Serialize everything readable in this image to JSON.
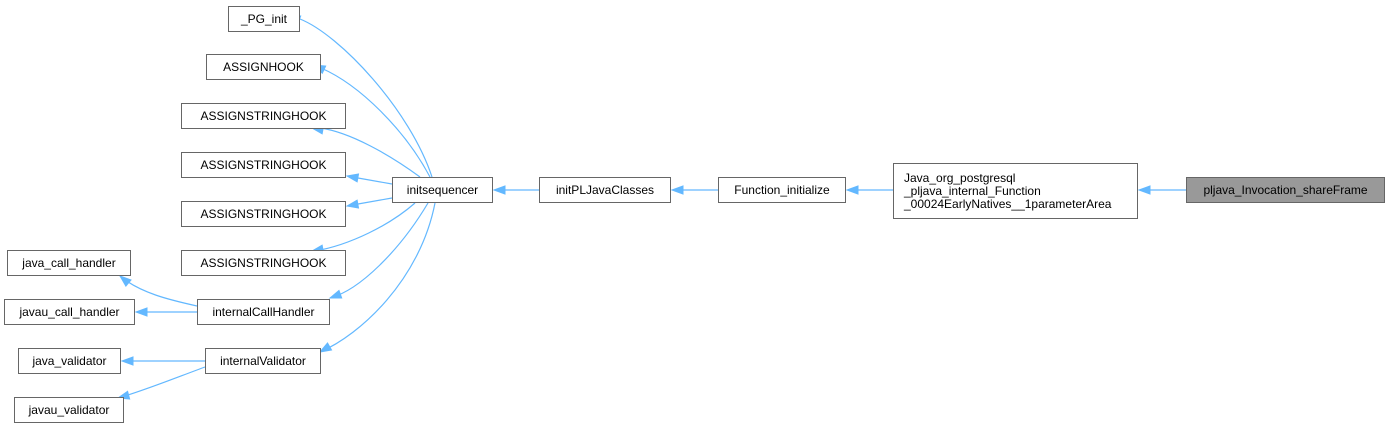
{
  "graph": {
    "nodes": {
      "pg_init": "_PG_init",
      "assignhook": "ASSIGNHOOK",
      "assignstringhook_1": "ASSIGNSTRINGHOOK",
      "assignstringhook_2": "ASSIGNSTRINGHOOK",
      "assignstringhook_3": "ASSIGNSTRINGHOOK",
      "assignstringhook_4": "ASSIGNSTRINGHOOK",
      "java_call_handler": "java_call_handler",
      "javau_call_handler": "javau_call_handler",
      "java_validator": "java_validator",
      "javau_validator": "javau_validator",
      "internal_call_handler": "internalCallHandler",
      "internal_validator": "internalValidator",
      "initsequencer": "initsequencer",
      "init_pljava_classes": "initPLJavaClasses",
      "function_initialize": "Function_initialize",
      "java_org_line1": "Java_org_postgresql",
      "java_org_line2": "_pljava_internal_Function",
      "java_org_line3": "_00024EarlyNatives__1parameterArea",
      "pljava_invocation_shareframe": "pljava_Invocation_shareFrame"
    },
    "edge_color": "#63b8ff",
    "root_fill": "#999999"
  }
}
